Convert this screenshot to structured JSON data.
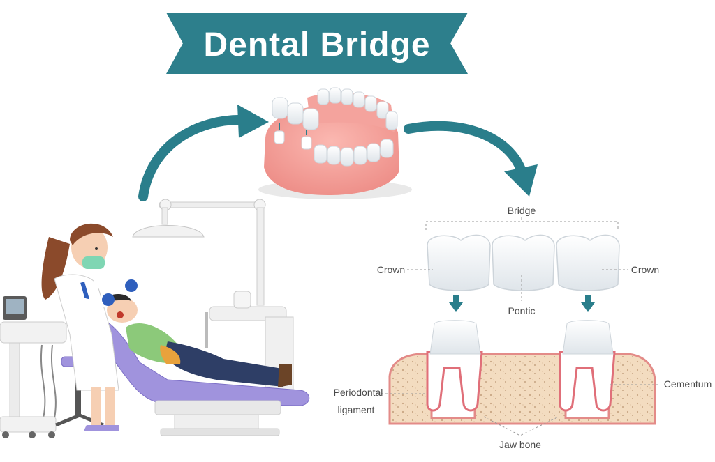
{
  "title": "Dental Bridge",
  "labels": {
    "bridge": "Bridge",
    "crown_left": "Crown",
    "crown_right": "Crown",
    "pontic": "Pontic",
    "periodontal_ligament_line1": "Periodontal",
    "periodontal_ligament_line2": "ligament",
    "cementum": "Cementum",
    "jaw_bone": "Jaw bone"
  },
  "colors": {
    "banner": "#2d7f8c",
    "arrow": "#2a7e8b",
    "gum": "#f2a09a",
    "gum_dark": "#e07d78",
    "bone": "#f3dcc0",
    "bone_dots": "#c9a684",
    "tooth": "#ffffff",
    "tooth_shade": "#e8ecef",
    "chair": "#9c8fd8",
    "coat": "#ffffff",
    "glove": "#2f5fbd"
  },
  "icons": [
    "curved-arrow-icon",
    "down-arrow-icon",
    "dentist-figure",
    "dental-chair",
    "denture-model"
  ]
}
